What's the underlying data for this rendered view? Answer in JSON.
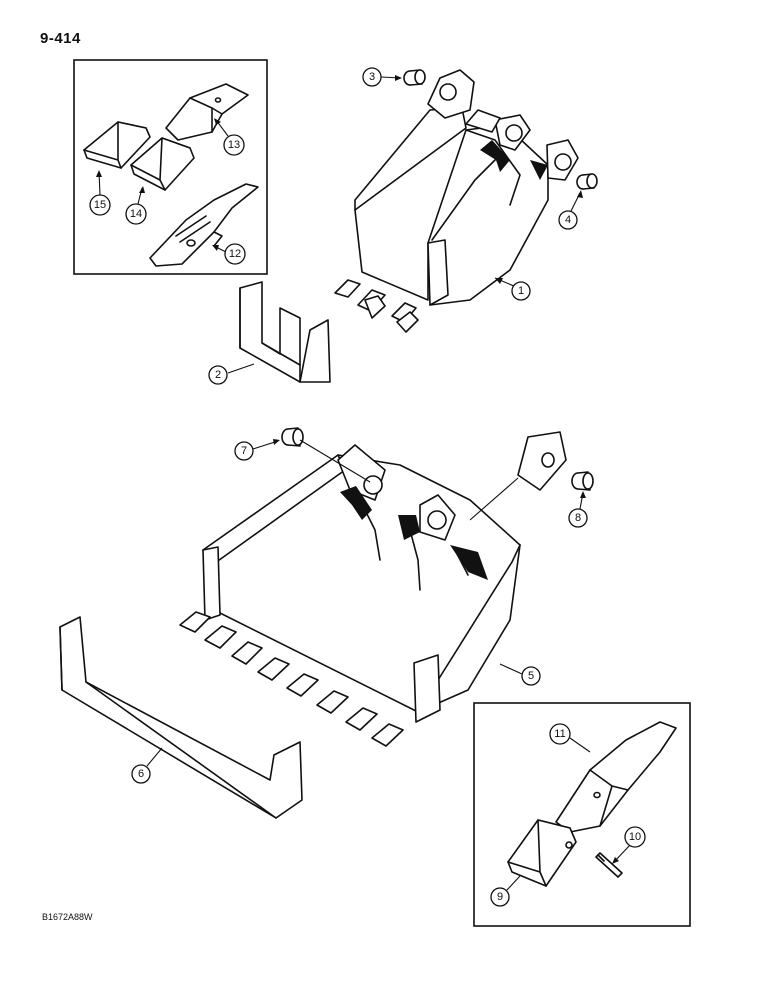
{
  "page_number": "9-414",
  "figure_code": "B1672A88W",
  "callouts": [
    {
      "id": "c1",
      "label": "1"
    },
    {
      "id": "c2",
      "label": "2"
    },
    {
      "id": "c3",
      "label": "3"
    },
    {
      "id": "c4",
      "label": "4"
    },
    {
      "id": "c5",
      "label": "5"
    },
    {
      "id": "c6",
      "label": "6"
    },
    {
      "id": "c7",
      "label": "7"
    },
    {
      "id": "c8",
      "label": "8"
    },
    {
      "id": "c9",
      "label": "9"
    },
    {
      "id": "c10",
      "label": "10"
    },
    {
      "id": "c11",
      "label": "11"
    },
    {
      "id": "c12",
      "label": "12"
    },
    {
      "id": "c13",
      "label": "13"
    },
    {
      "id": "c14",
      "label": "14"
    },
    {
      "id": "c15",
      "label": "15"
    }
  ]
}
